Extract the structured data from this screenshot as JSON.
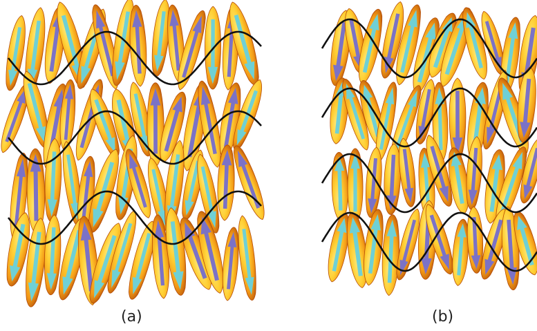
{
  "figure": {
    "panels": [
      {
        "id": "a",
        "label": "(a)"
      },
      {
        "id": "b",
        "label": "(b)"
      }
    ]
  },
  "colors": {
    "molecule_light": "#ffcf33",
    "molecule_mid": "#f39a17",
    "molecule_dark": "#b54b06",
    "arrow_purple": "#7b72c6",
    "arrow_cyan": "#6fd0d5",
    "wave_line": "#111111"
  }
}
